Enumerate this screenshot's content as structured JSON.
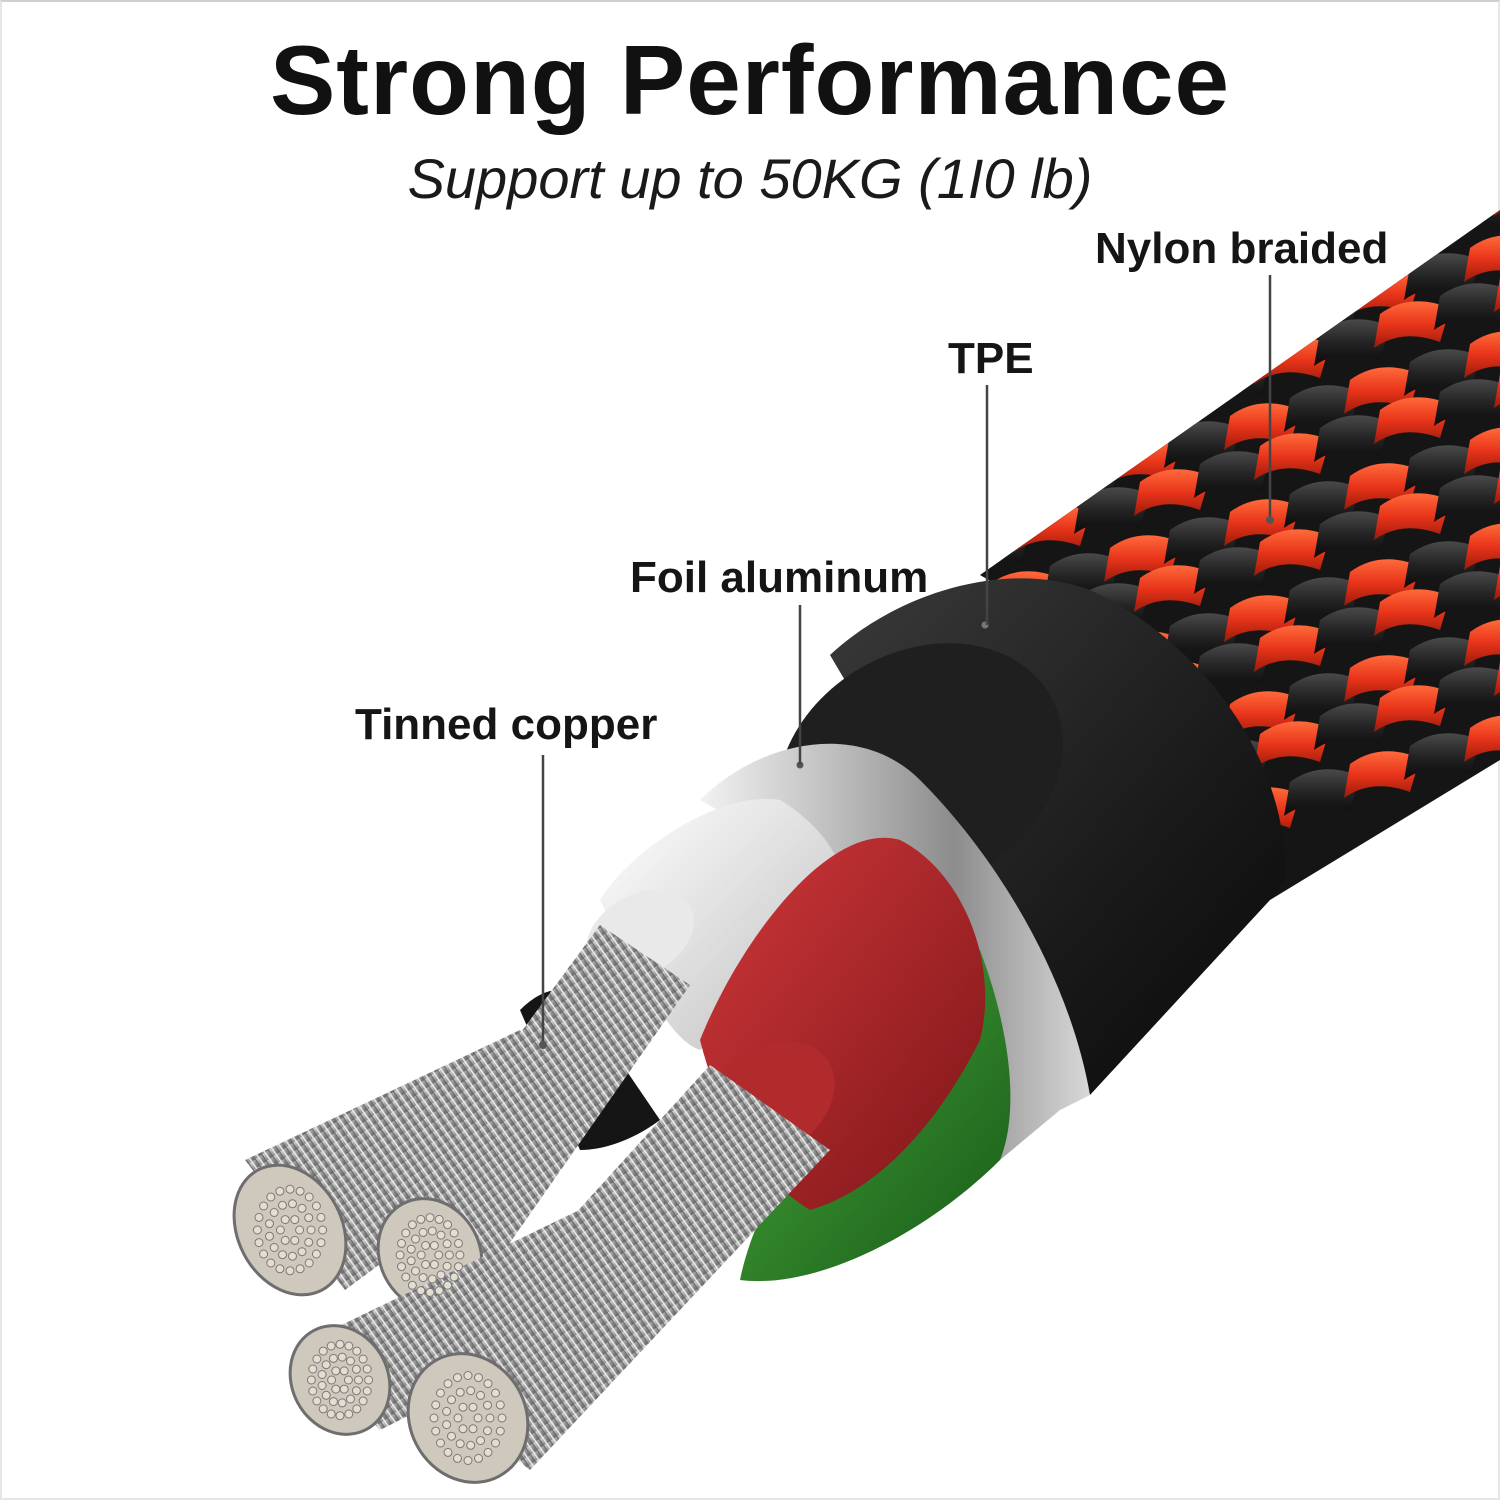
{
  "header": {
    "title": "Strong Performance",
    "subtitle": "Support up to 50KG (1I0 lb)"
  },
  "callouts": {
    "nylon_braided": "Nylon braided",
    "tpe": "TPE",
    "foil_aluminum": "Foil aluminum",
    "tinned_copper": "Tinned copper"
  },
  "colors": {
    "braid_red": "#e8341a",
    "braid_black": "#1e1e1e",
    "tpe_jacket": "#1b1b1b",
    "foil": "#c8c8c8",
    "wire_red": "#b8262a",
    "wire_white": "#efefef",
    "wire_green": "#2f8a2a",
    "copper_strands": "#b9b9b9"
  }
}
